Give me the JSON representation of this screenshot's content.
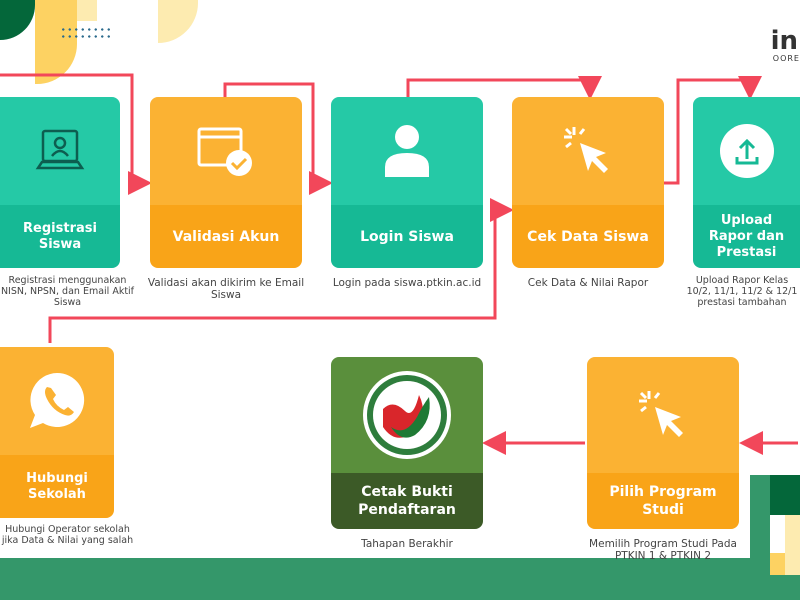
{
  "logo": {
    "text": "in",
    "sub": "OORE"
  },
  "steps": [
    {
      "title": "Registrasi Siswa",
      "desc": "Registrasi menggunakan NISN, NPSN, dan Email Aktif Siswa",
      "icon": "computer-user-icon"
    },
    {
      "title": "Validasi Akun",
      "desc": "Validasi akan dikirim ke Email Siswa",
      "icon": "window-check-icon"
    },
    {
      "title": "Login Siswa",
      "desc": "Login pada siswa.ptkin.ac.id",
      "icon": "user-icon"
    },
    {
      "title": "Cek Data Siswa",
      "desc": "Cek Data & Nilai Rapor",
      "icon": "cursor-click-icon"
    },
    {
      "title": "Upload Rapor dan Prestasi",
      "desc": "Upload Rapor Kelas 10/2, 11/1, 11/2 & 12/1 prestasi tambahan",
      "icon": "upload-icon"
    },
    {
      "title": "Hubungi Sekolah",
      "desc": "Hubungi Operator sekolah jika Data & Nilai yang salah",
      "icon": "whatsapp-icon"
    },
    {
      "title": "Cetak Bukti Pendaftaran",
      "desc": "Tahapan Berakhir",
      "icon": "ptkin-logo-icon"
    },
    {
      "title": "Pilih Program Studi",
      "desc": "Memilih Program Studi Pada PTKIN 1 & PTKIN 2",
      "icon": "cursor-click-icon"
    }
  ],
  "colors": {
    "arrow": "#f2475a",
    "teal": "#16b995",
    "orange": "#f9a418",
    "green": "#3c5a27"
  }
}
